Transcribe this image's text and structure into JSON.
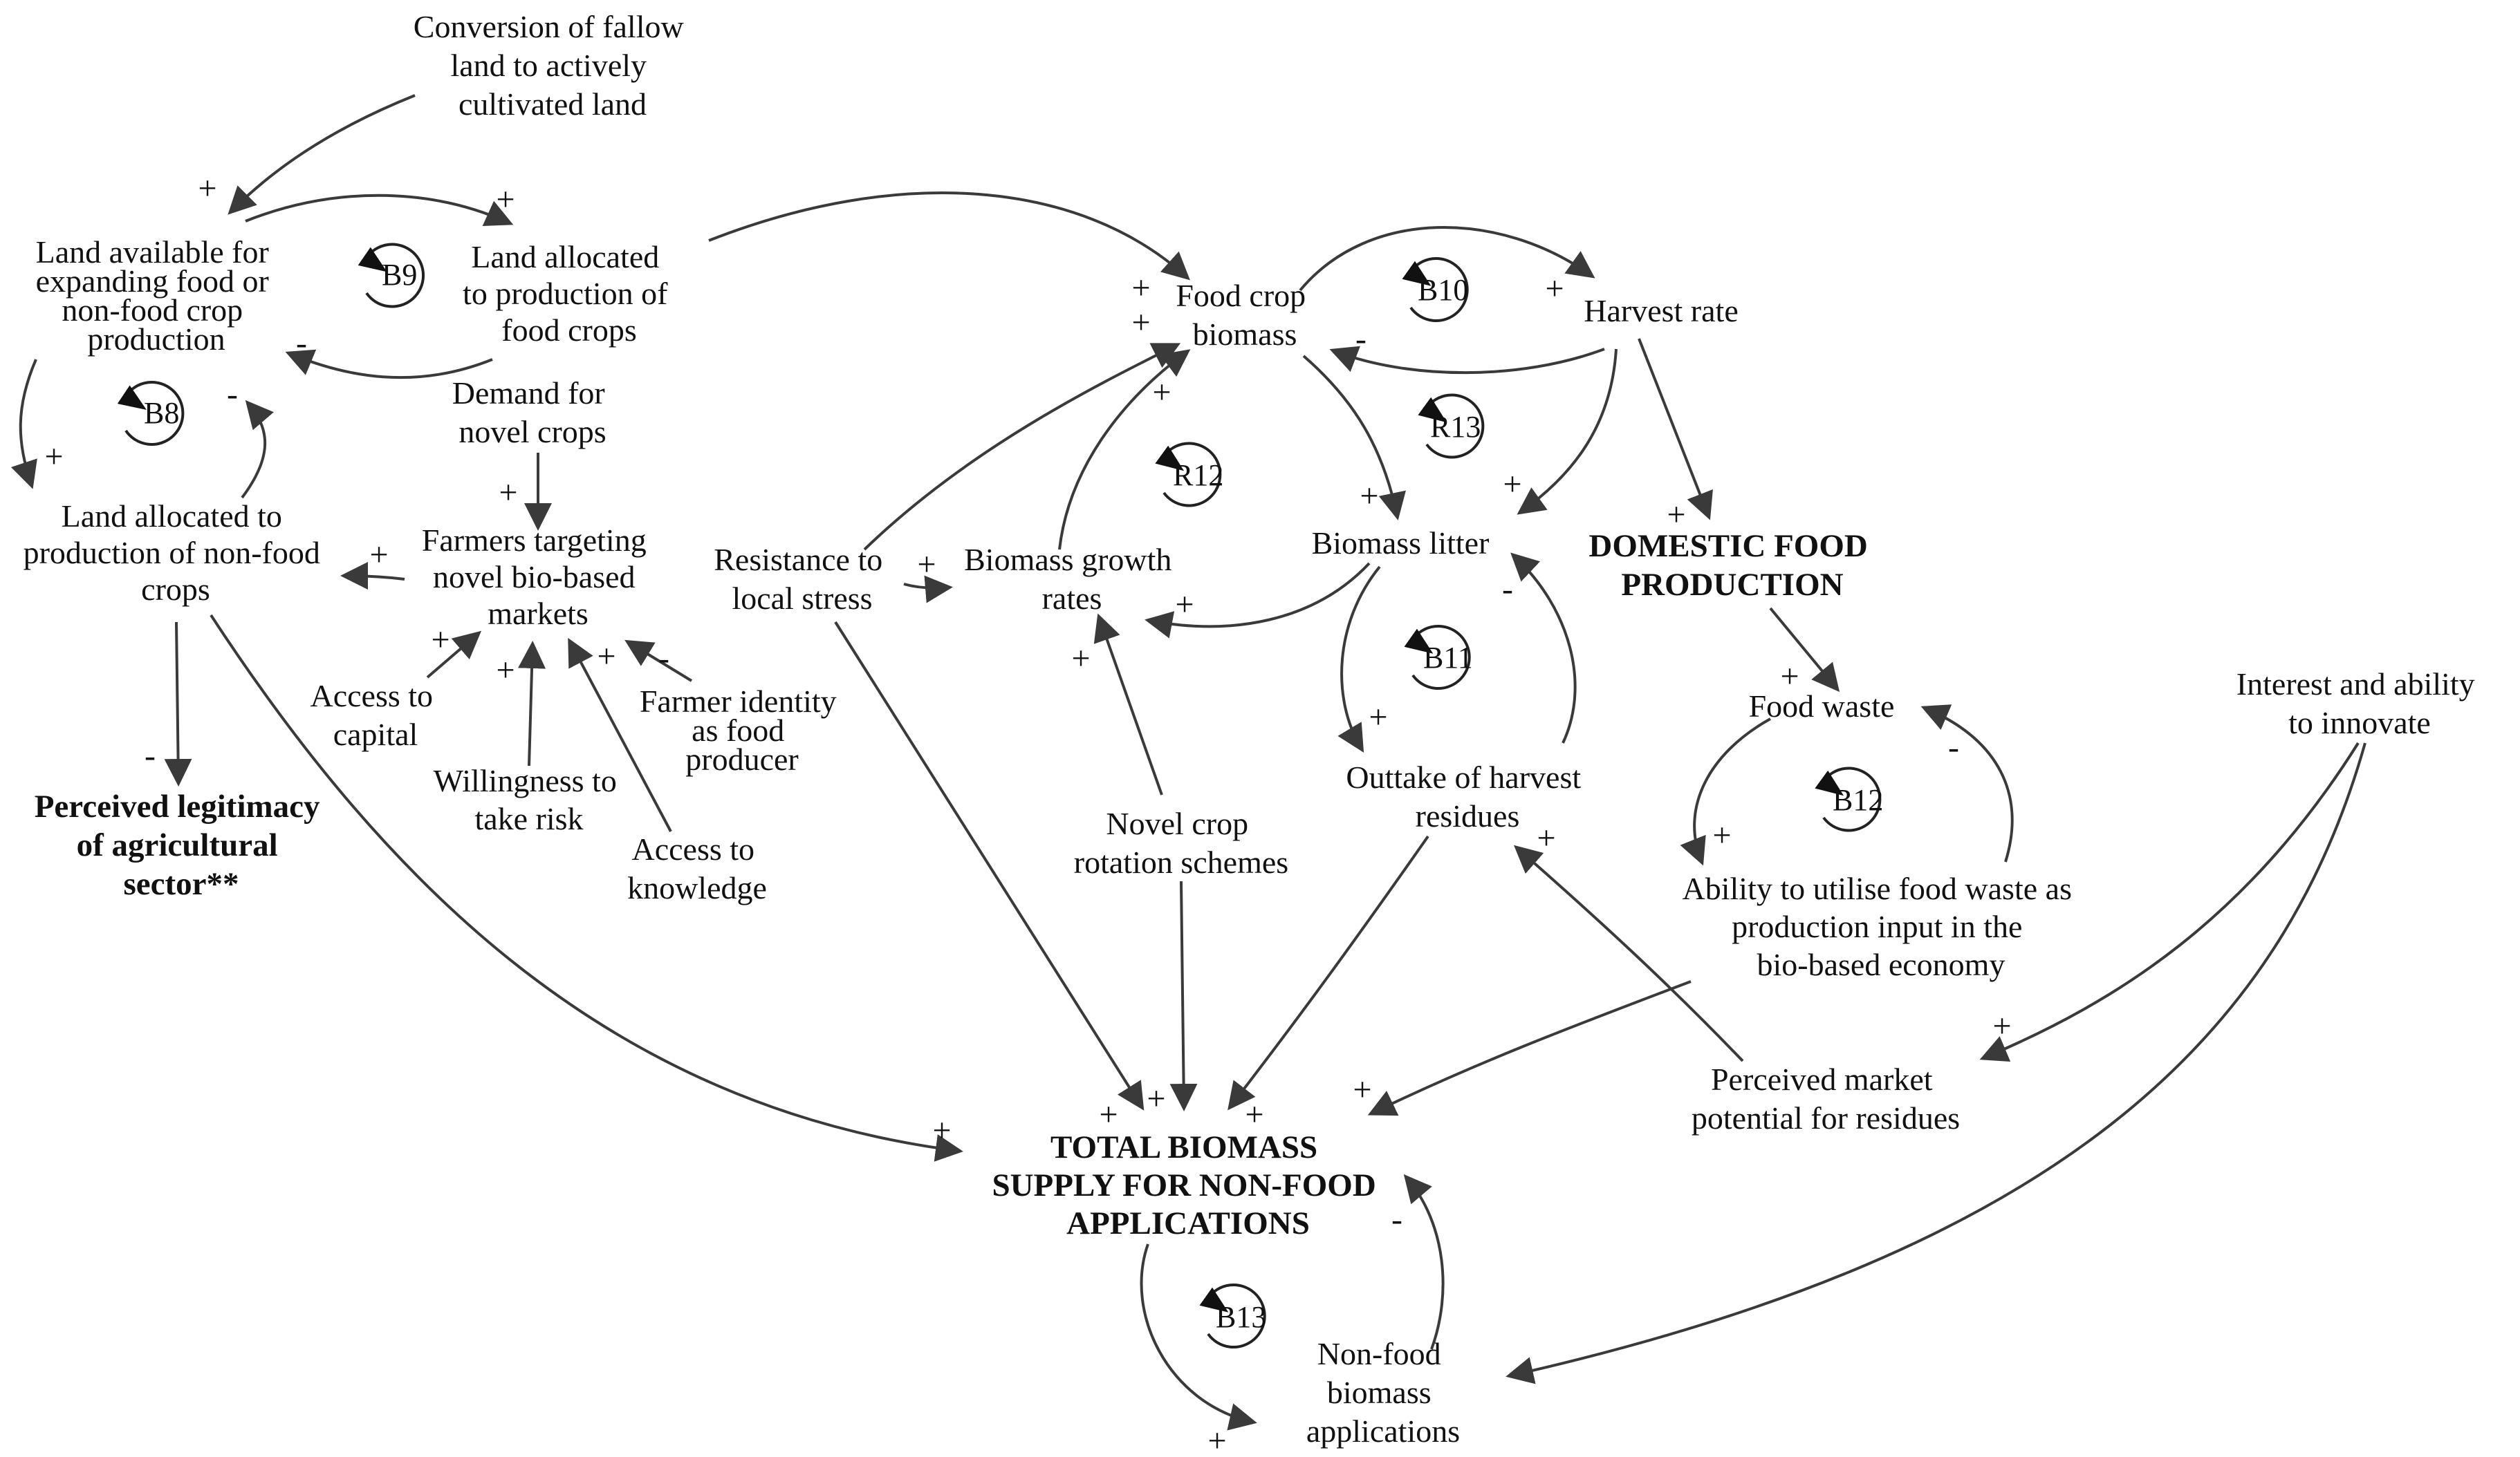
{
  "variables": {
    "conversion_fallow": [
      "Conversion of fallow",
      "land to actively",
      "cultivated land"
    ],
    "land_available": [
      "Land available for",
      "expanding food or",
      "non-food crop",
      "production"
    ],
    "land_food": [
      "Land allocated",
      "to production of",
      "food crops"
    ],
    "land_nonfood": [
      "Land allocated to",
      "production of non-food",
      "crops"
    ],
    "demand_novel": [
      "Demand for",
      "novel crops"
    ],
    "farmers_targeting": [
      "Farmers targeting",
      "novel bio-based",
      "markets"
    ],
    "access_capital": [
      "Access to",
      "capital"
    ],
    "willingness_risk": [
      "Willingness to",
      "take risk"
    ],
    "access_knowledge": [
      "Access to",
      "knowledge"
    ],
    "farmer_identity": [
      "Farmer identity",
      "as food",
      "producer"
    ],
    "perceived_legitimacy": [
      "Perceived legitimacy",
      "of agricultural",
      "sector**"
    ],
    "food_crop_biomass": [
      "Food crop",
      "biomass"
    ],
    "harvest_rate": [
      "Harvest rate"
    ],
    "resistance_stress": [
      "Resistance to",
      "local stress"
    ],
    "biomass_growth": [
      "Biomass growth",
      "rates"
    ],
    "biomass_litter": [
      "Biomass litter"
    ],
    "domestic_food": [
      "DOMESTIC FOOD",
      "PRODUCTION"
    ],
    "outtake_residues": [
      "Outtake of harvest",
      "residues"
    ],
    "novel_rotation": [
      "Novel crop",
      "rotation schemes"
    ],
    "food_waste": [
      "Food waste"
    ],
    "ability_food_waste": [
      "Ability to utilise food waste as",
      "production input in the",
      "bio-based economy"
    ],
    "interest_innovate": [
      "Interest and ability",
      "to innovate"
    ],
    "perceived_market": [
      "Perceived market",
      "potential for residues"
    ],
    "total_biomass": [
      "TOTAL BIOMASS",
      "SUPPLY FOR NON-FOOD",
      "APPLICATIONS"
    ],
    "nonfood_applications": [
      "Non-food",
      "biomass",
      "applications"
    ]
  },
  "loops": [
    "B8",
    "B9",
    "B10",
    "R13",
    "R12",
    "B11",
    "B12",
    "B13"
  ],
  "signs": {
    "plus": "+",
    "minus": "-"
  }
}
